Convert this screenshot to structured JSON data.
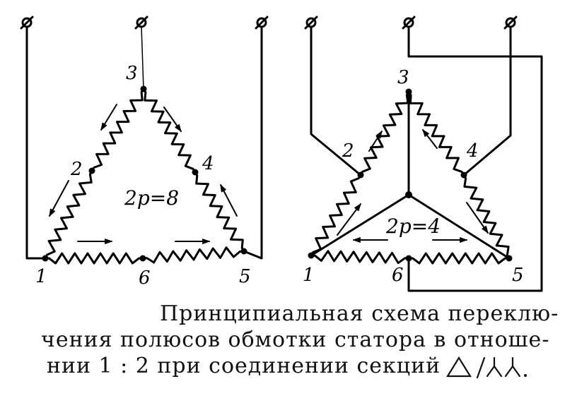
{
  "left_diagram": {
    "nodes": {
      "n1": "1",
      "n2": "2",
      "n3": "3",
      "n4": "4",
      "n5": "5",
      "n6": "6"
    },
    "label": "2p=8"
  },
  "right_diagram": {
    "nodes": {
      "n1": "1",
      "n2": "2",
      "n3": "3",
      "n4": "4",
      "n5": "5",
      "n6": "6"
    },
    "label": "2p=4"
  },
  "caption": {
    "line1": "Принципиальная схема переклю-",
    "line2": "чения полюсов обмотки статора в отноше-",
    "line3": "нии 1 : 2 при соединении секций"
  }
}
